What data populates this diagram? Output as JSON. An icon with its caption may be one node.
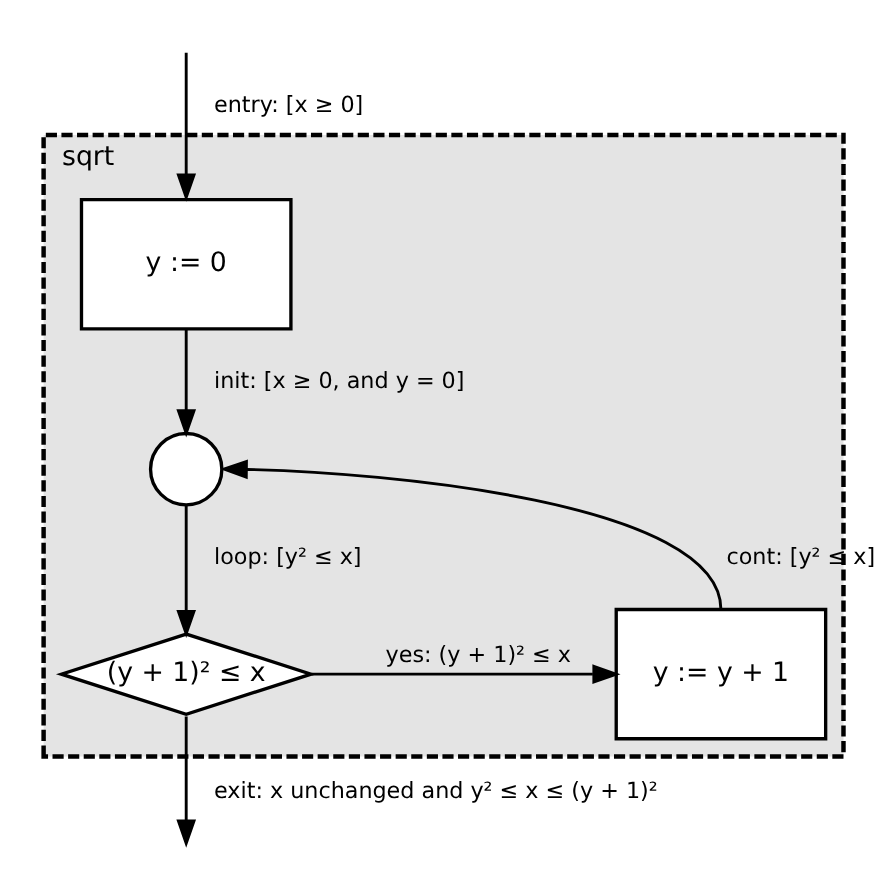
{
  "diagram": {
    "nodes": [
      {
        "text": [
          "sqrt"
        ]
      },
      {
        "text": [
          "y := 0"
        ],
        "in": 0
      },
      {
        "text": [],
        "shape": "circle",
        "in": 0
      },
      {
        "text": [
          "(y + 1)² ≤ x"
        ],
        "in": 0
      },
      {
        "text": [
          "y := y + 1"
        ],
        "in": 0
      }
    ],
    "edges": [
      {
        "from": null,
        "to": 1,
        "arrow": "to",
        "label": "entry: [x ≥ 0]"
      },
      {
        "from": 1,
        "to": 2,
        "arrow": "to",
        "label": "init: [x ≥ 0, and y = 0]"
      },
      {
        "from": 2,
        "to": 3,
        "arrow": "to",
        "label": "loop: [y² ≤ x]"
      },
      {
        "from": 3,
        "to": 4,
        "arrow": "to",
        "label": "yes: (y + 1)² ≤ x"
      },
      {
        "from": 4,
        "to": 2,
        "arrow": "to",
        "label": "cont: [y² ≤ x]"
      },
      {
        "from": 3,
        "to": null,
        "arrow": "to",
        "label": "exit: x unchanged and y² ≤ x ≤ (y + 1)²"
      }
    ]
  }
}
